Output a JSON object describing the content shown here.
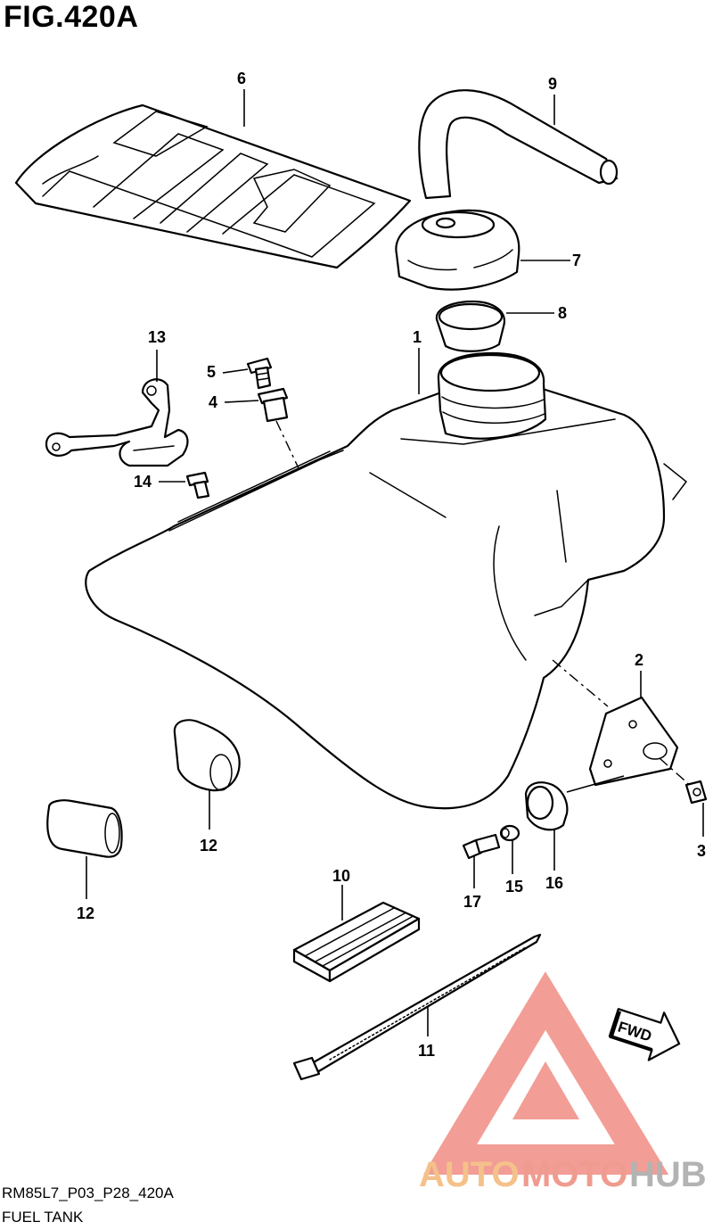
{
  "figure": {
    "title": "FIG.420A",
    "code": "RM85L7_P03_P28_420A",
    "name": "FUEL TANK"
  },
  "callouts": {
    "c1": "1",
    "c2": "2",
    "c3": "3",
    "c4": "4",
    "c5": "5",
    "c6": "6",
    "c7": "7",
    "c8": "8",
    "c9": "9",
    "c10": "10",
    "c11": "11",
    "c12a": "12",
    "c12b": "12",
    "c13": "13",
    "c14": "14",
    "c15": "15",
    "c16": "16",
    "c17": "17"
  },
  "fwd_label": "FWD",
  "watermark": {
    "part1": "AUTO",
    "part2": "MOTO",
    "part3": "HUB",
    "colors": {
      "auto": "#f5c18a",
      "moto": "#f09b8f",
      "hub": "#b3b3b3",
      "logo": "#f08c84"
    }
  }
}
